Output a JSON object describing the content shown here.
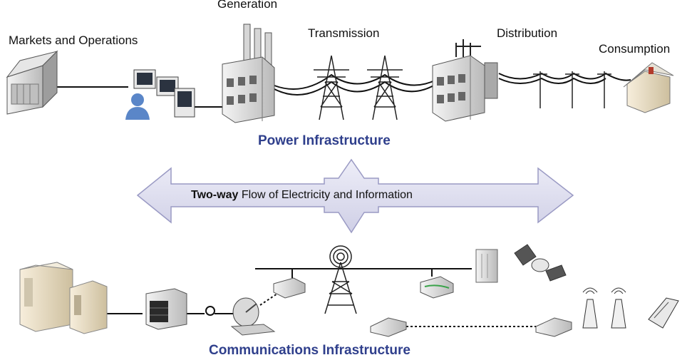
{
  "power": {
    "title": "Power Infrastructure",
    "stages": {
      "markets": "Markets and Operations",
      "generation": "Generation",
      "transmission": "Transmission",
      "distribution": "Distribution",
      "consumption": "Consumption"
    }
  },
  "flow": {
    "bold": "Two-way",
    "text": "Flow of Electricity and Information"
  },
  "communications": {
    "title": "Communications Infrastructure"
  },
  "colors": {
    "title_blue": "#2f3f8c",
    "arrow_fill": "#dcdcf0",
    "arrow_stroke": "#9a9ac4",
    "person_blue": "#5a86c8"
  }
}
